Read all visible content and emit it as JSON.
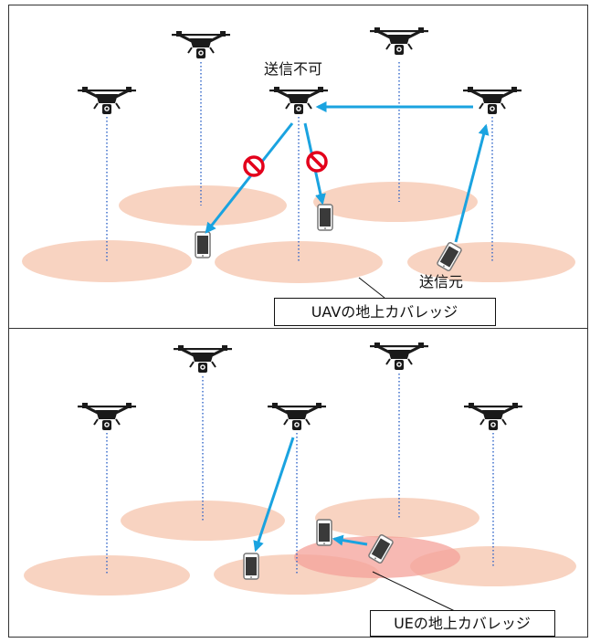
{
  "top_panel": {
    "label_no_transmit": "送信不可",
    "label_source": "送信元",
    "callout": "UAVの地上カバレッジ"
  },
  "bottom_panel": {
    "callout": "UEの地上カバレッジ"
  },
  "colors": {
    "coverage_fill": "#f8d3c1",
    "ue_coverage_fill": "#f4a29a",
    "arrow": "#1aa3e0",
    "prohibit": "#e3001b",
    "pole": "#2e63c8",
    "drone": "#1a1a1a"
  },
  "icons": [
    "drone-icon",
    "smartphone-icon",
    "prohibit-icon"
  ]
}
